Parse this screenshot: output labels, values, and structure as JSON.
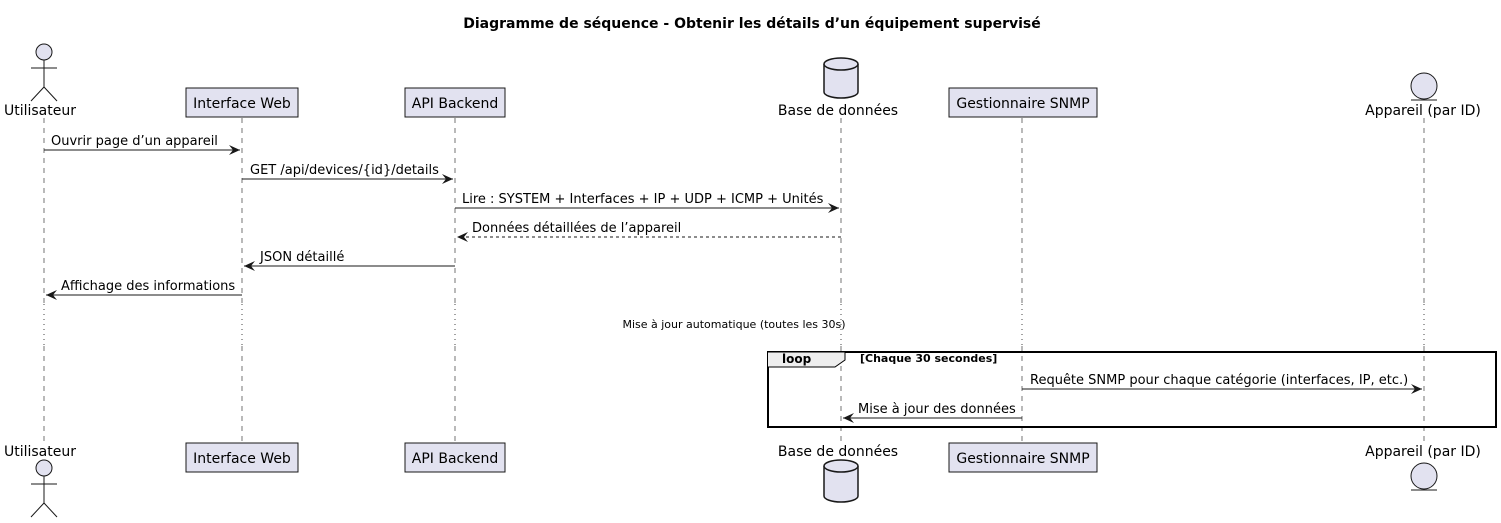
{
  "title": "Diagramme de séquence - Obtenir les détails d’un équipement supervisé",
  "participants": [
    {
      "id": "user",
      "label": "Utilisateur",
      "kind": "actor"
    },
    {
      "id": "web",
      "label": "Interface Web",
      "kind": "participant"
    },
    {
      "id": "api",
      "label": "API Backend",
      "kind": "participant"
    },
    {
      "id": "db",
      "label": "Base de données",
      "kind": "database"
    },
    {
      "id": "snmp",
      "label": "Gestionnaire SNMP",
      "kind": "participant"
    },
    {
      "id": "device",
      "label": "Appareil (par ID)",
      "kind": "entity"
    }
  ],
  "messages": [
    {
      "label": "Ouvrir page d’un appareil",
      "from": "user",
      "to": "web",
      "style": "solid"
    },
    {
      "label": "GET /api/devices/{id}/details",
      "from": "web",
      "to": "api",
      "style": "solid"
    },
    {
      "label": "Lire : SYSTEM + Interfaces + IP + UDP + ICMP + Unités",
      "from": "api",
      "to": "db",
      "style": "solid"
    },
    {
      "label": "Données détaillées de l’appareil",
      "from": "db",
      "to": "api",
      "style": "dashed"
    },
    {
      "label": "JSON détaillé",
      "from": "api",
      "to": "web",
      "style": "solid"
    },
    {
      "label": "Affichage des informations",
      "from": "web",
      "to": "user",
      "style": "solid"
    }
  ],
  "delay": {
    "label": "Mise à jour automatique (toutes les 30s)"
  },
  "loop": {
    "keyword": "loop",
    "condition": "[Chaque 30 secondes]",
    "messages": [
      {
        "label": "Requête SNMP pour chaque catégorie (interfaces, IP, etc.)",
        "from": "snmp",
        "to": "device",
        "style": "solid"
      },
      {
        "label": "Mise à jour des données",
        "from": "snmp",
        "to": "db",
        "style": "solid"
      }
    ]
  },
  "colors": {
    "participant_fill": "#E2E2F0",
    "participant_stroke": "#181818",
    "line": "#181818",
    "background": "#FFFFFF"
  }
}
